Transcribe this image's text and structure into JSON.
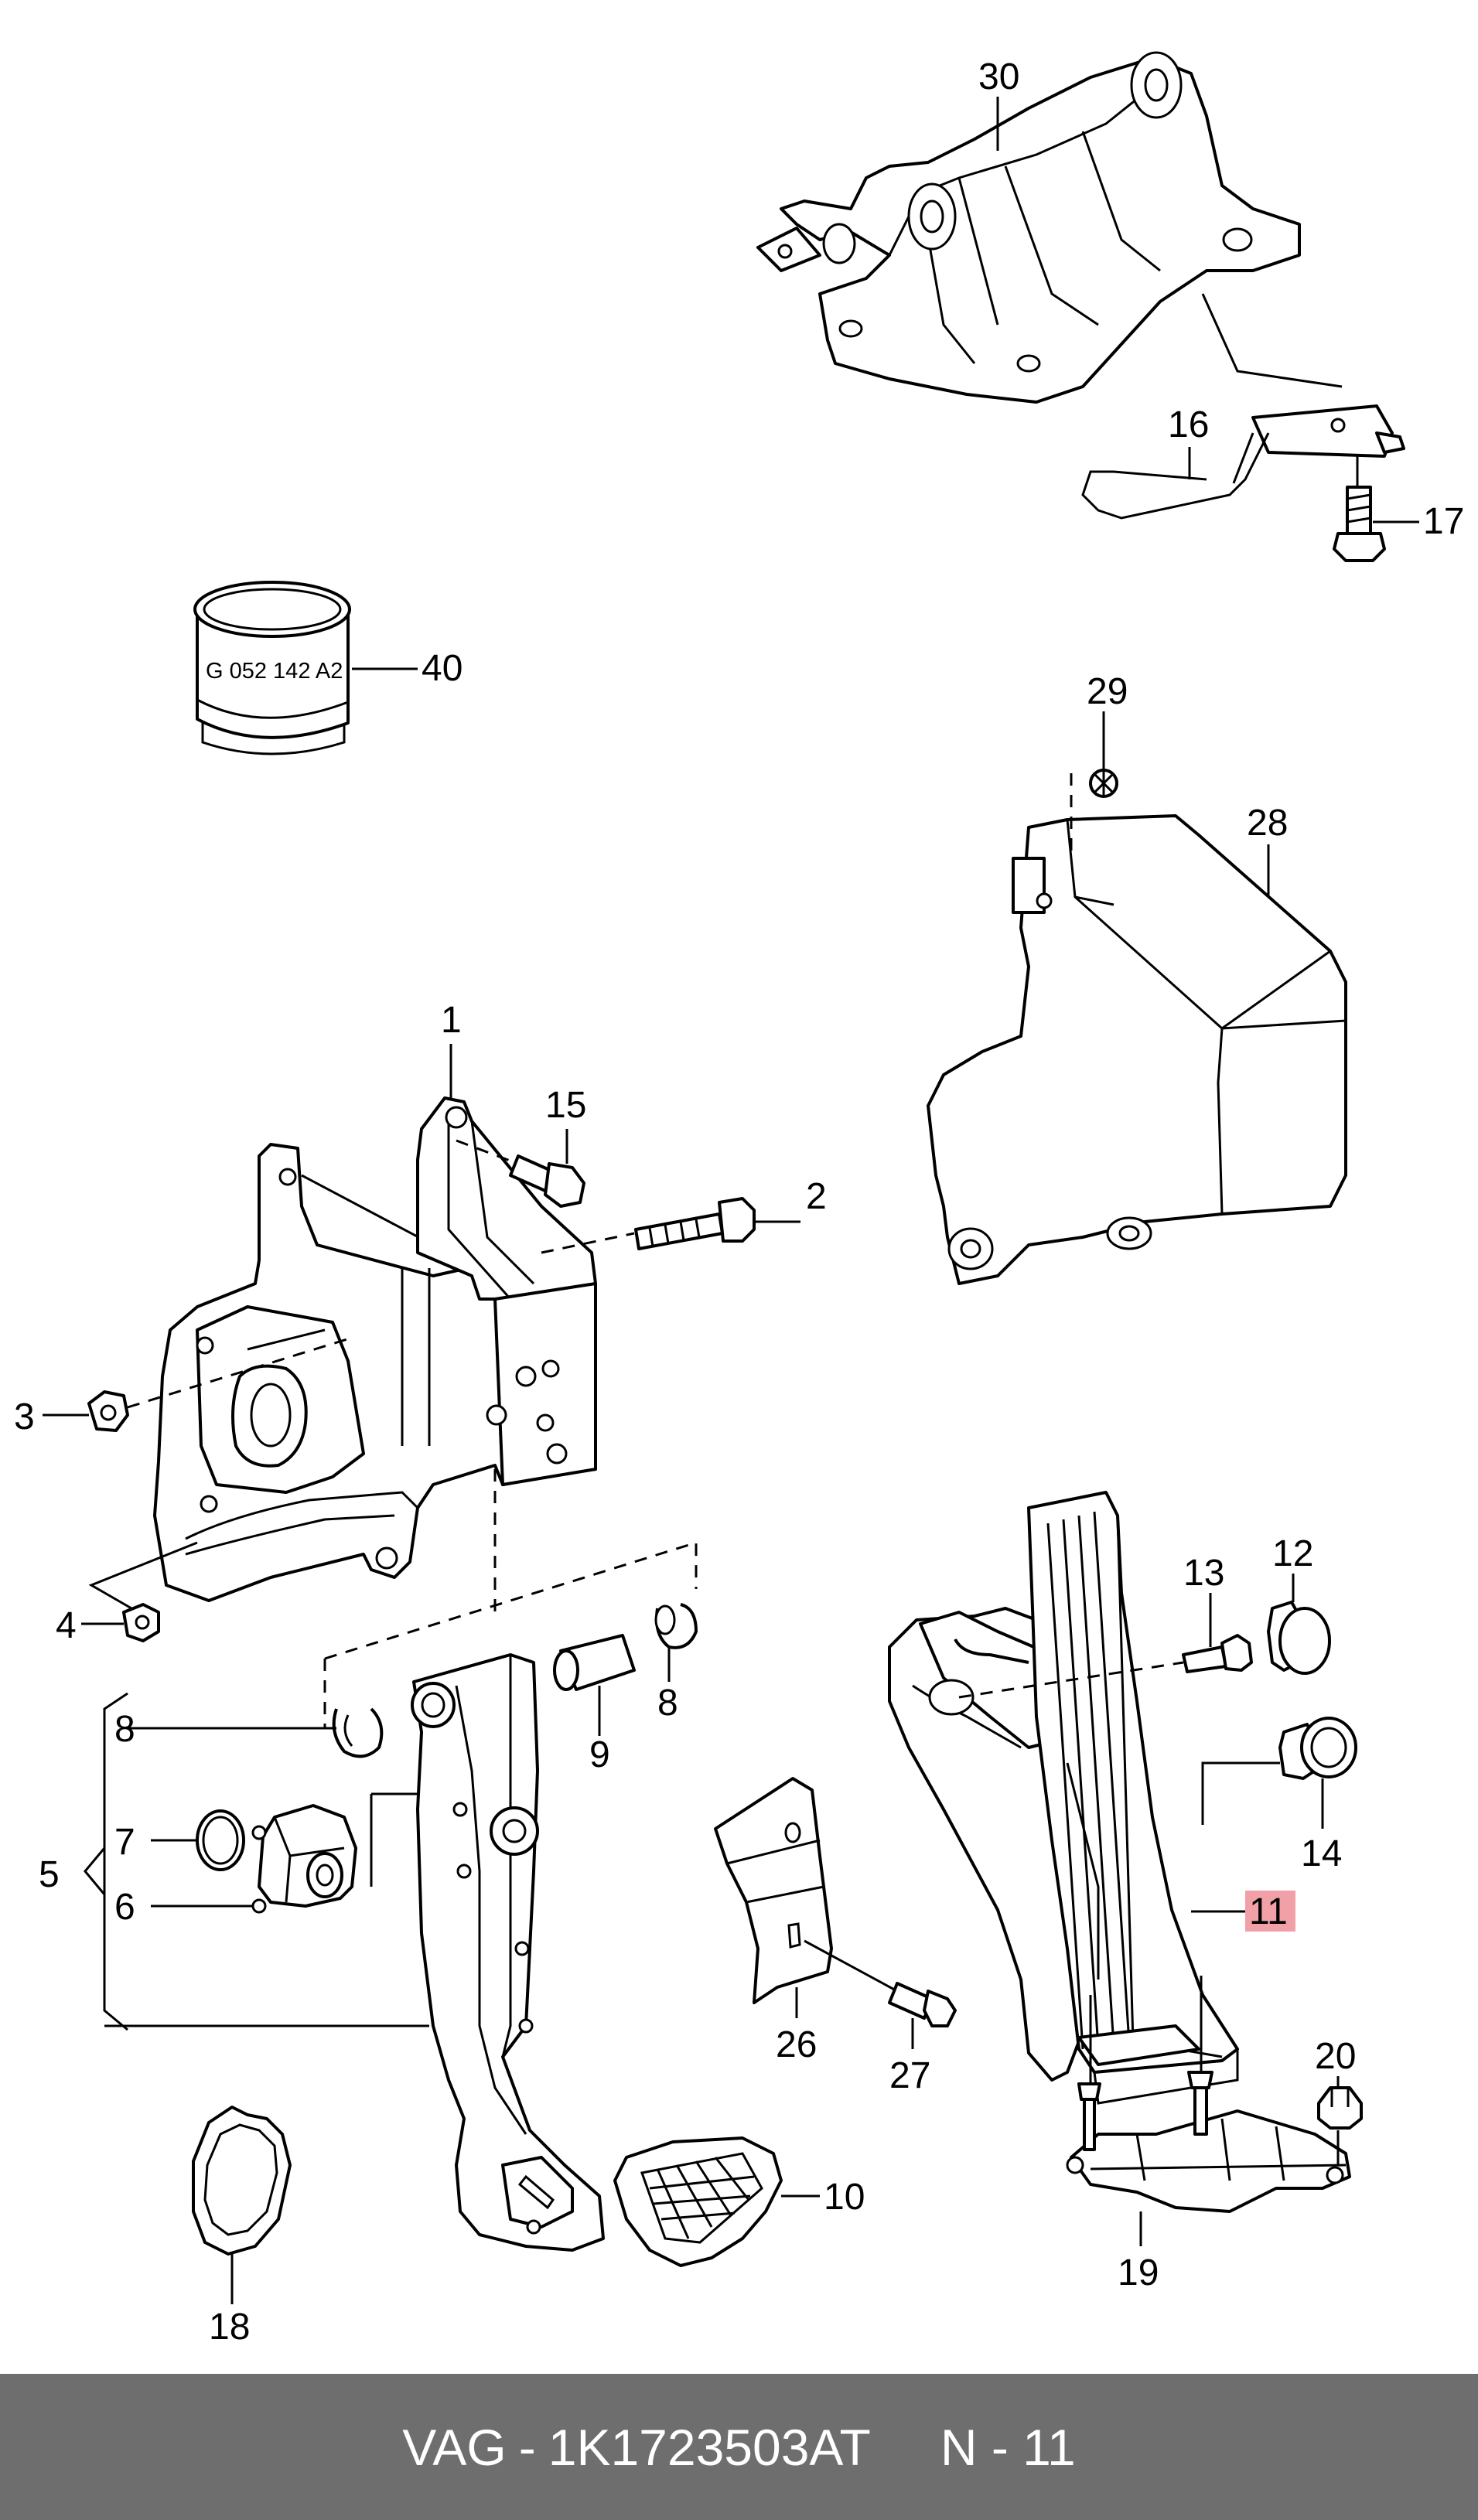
{
  "diagram": {
    "part_numbers": {
      "p1": "1",
      "p2": "2",
      "p3": "3",
      "p4": "4",
      "p5": "5",
      "p6": "6",
      "p7": "7",
      "p8a": "8",
      "p8b": "8",
      "p9": "9",
      "p10": "10",
      "p11": "11",
      "p12": "12",
      "p13": "13",
      "p14": "14",
      "p15": "15",
      "p16": "16",
      "p17": "17",
      "p18": "18",
      "p19": "19",
      "p20": "20",
      "p26": "26",
      "p27": "27",
      "p28": "28",
      "p29": "29",
      "p30": "30",
      "p40": "40"
    },
    "grease_label": "G 052 142 A2",
    "highlight_color": "#f2a0a8"
  },
  "footer": {
    "brand": "VAG",
    "separator": "-",
    "part_number": "1K1723503AT",
    "page_ref": "N - 11"
  }
}
